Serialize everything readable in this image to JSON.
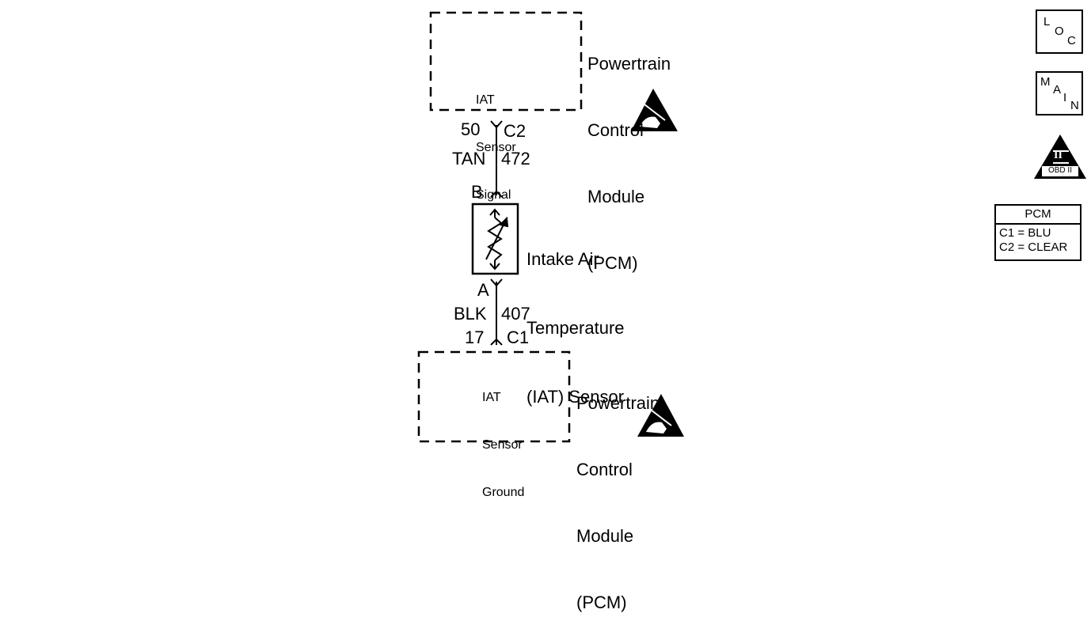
{
  "pcm_top": {
    "name_lines": [
      "Powertrain",
      "Control",
      "Module",
      "(PCM)"
    ],
    "block_lines": [
      "IAT",
      "Sensor",
      "Signal"
    ]
  },
  "wire_top": {
    "pin": "50",
    "connector": "C2",
    "color": "TAN",
    "circuit": "472",
    "sensor_terminal": "B"
  },
  "sensor": {
    "name_lines": [
      "Intake Air",
      "Temperature",
      "(IAT) Sensor"
    ]
  },
  "wire_bottom": {
    "sensor_terminal": "A",
    "color": "BLK",
    "circuit": "407",
    "pin": "17",
    "connector": "C1"
  },
  "pcm_bottom": {
    "name_lines": [
      "Powertrain",
      "Control",
      "Module",
      "(PCM)"
    ],
    "block_lines": [
      "IAT",
      "Sensor",
      "Ground"
    ]
  },
  "side_icons": {
    "loc": {
      "letters": [
        "L",
        "O",
        "C"
      ],
      "icon": "loc-icon"
    },
    "main": {
      "letters": [
        "M",
        "A",
        "I",
        "N"
      ],
      "icon": "main-icon"
    },
    "obd": {
      "numeral": "II",
      "label": "OBD II",
      "icon": "obd-ii-icon"
    }
  },
  "legend": {
    "title": "PCM",
    "rows": [
      "C1 = BLU",
      "C2 = CLEAR"
    ]
  }
}
